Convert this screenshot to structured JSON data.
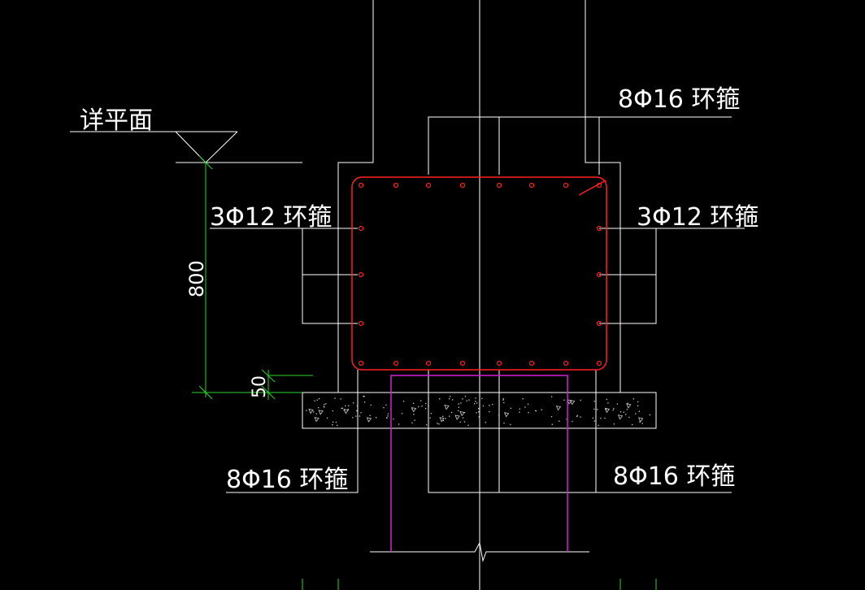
{
  "drawing": {
    "background": "#000000",
    "colors": {
      "outline": "#ffffff",
      "rebar": "#ff2020",
      "dimension": "#2bd42b",
      "casing": "#d21fd2",
      "concrete_speckle": "#cfcfcf"
    }
  },
  "labels": {
    "elevation": "详平面",
    "dim_800": "800",
    "dim_50": "50",
    "stirrup_top_right": "8Φ16 环箍",
    "stirrup_left": "3Φ12 环箍",
    "stirrup_right": "3Φ12 环箍",
    "stirrup_bottom_left": "8Φ16 环箍",
    "stirrup_bottom_right": "8Φ16 环箍"
  }
}
